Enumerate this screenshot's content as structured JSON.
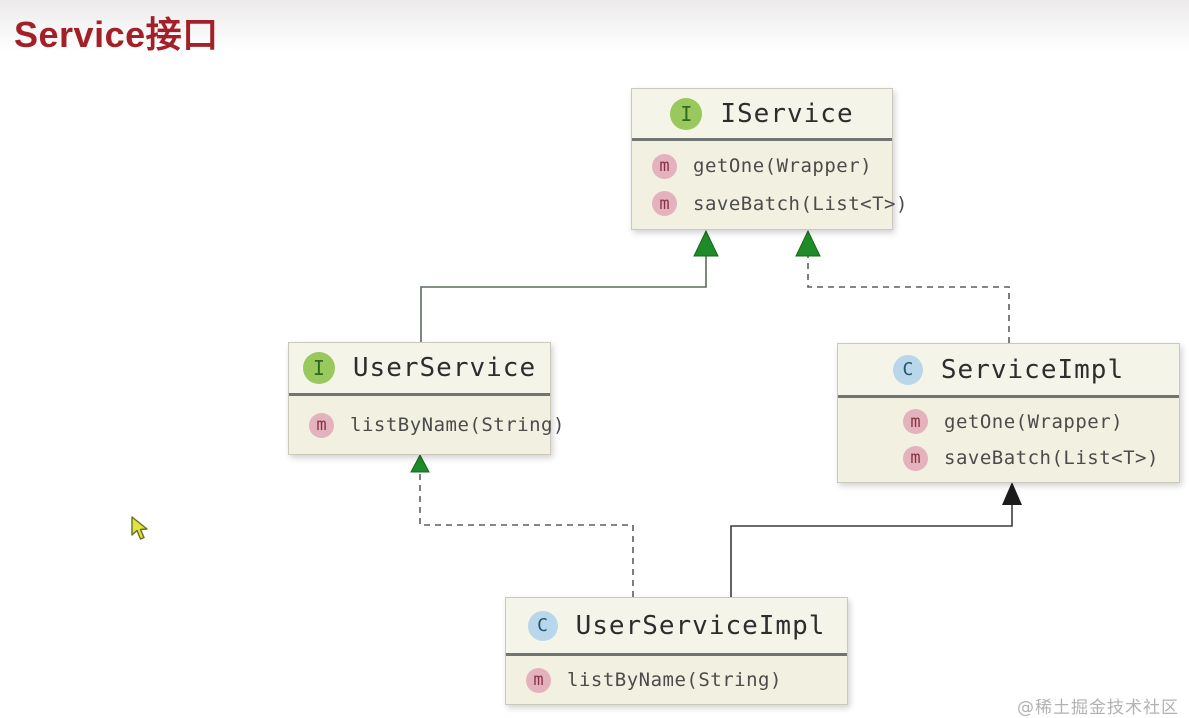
{
  "page": {
    "title": "Service接口",
    "watermark": "@稀土掘金技术社区"
  },
  "colors": {
    "title_red": "#a32029",
    "node_background": "#f1f0e1",
    "node_header_background": "#f5f4e8",
    "node_separator": "#717571",
    "interface_icon_green": "#99c95c",
    "class_icon_blue": "#b9d7ea",
    "method_icon_pink": "#e4b2bd",
    "implements_arrow_green": "#1f8b28",
    "extends_arrow_black": "#1b1b1b",
    "cursor_yellow": "#dfe53c"
  },
  "diagram": {
    "classes": [
      {
        "id": "iservice",
        "kind": "interface",
        "icon": "I",
        "name": "IService",
        "methods": [
          {
            "icon": "m",
            "signature": "getOne(Wrapper)"
          },
          {
            "icon": "m",
            "signature": "saveBatch(List<T>)"
          }
        ]
      },
      {
        "id": "userservice",
        "kind": "interface",
        "icon": "I",
        "name": "UserService",
        "methods": [
          {
            "icon": "m",
            "signature": "listByName(String)"
          }
        ]
      },
      {
        "id": "serviceimpl",
        "kind": "class",
        "icon": "C",
        "name": "ServiceImpl",
        "methods": [
          {
            "icon": "m",
            "signature": "getOne(Wrapper)"
          },
          {
            "icon": "m",
            "signature": "saveBatch(List<T>)"
          }
        ]
      },
      {
        "id": "userserviceimpl",
        "kind": "class",
        "icon": "C",
        "name": "UserServiceImpl",
        "methods": [
          {
            "icon": "m",
            "signature": "listByName(String)"
          }
        ]
      }
    ],
    "relationships": [
      {
        "from": "UserService",
        "to": "IService",
        "line": "solid",
        "arrow": "green-triangle"
      },
      {
        "from": "ServiceImpl",
        "to": "IService",
        "line": "dashed",
        "arrow": "green-triangle"
      },
      {
        "from": "UserServiceImpl",
        "to": "UserService",
        "line": "dashed",
        "arrow": "green-triangle"
      },
      {
        "from": "UserServiceImpl",
        "to": "ServiceImpl",
        "line": "solid",
        "arrow": "black-triangle"
      }
    ]
  }
}
